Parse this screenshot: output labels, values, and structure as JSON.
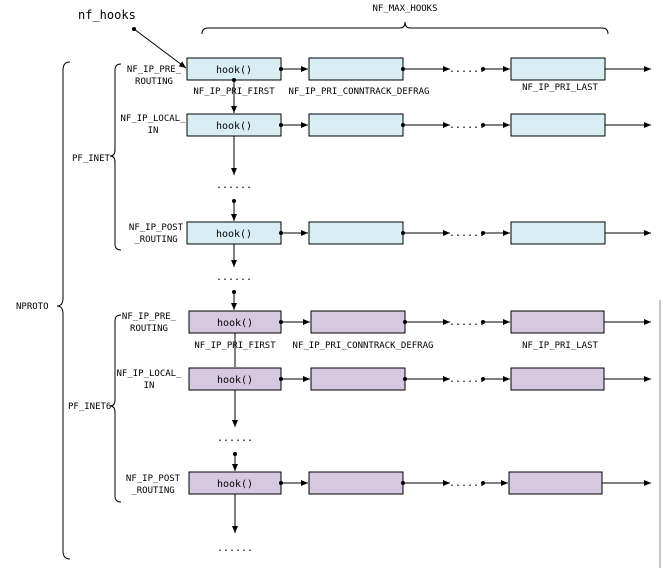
{
  "diagram": {
    "pointer_label": "nf_hooks",
    "top_brace_label": "NF_MAX_HOOKS",
    "left_brace_label": "NPROTO",
    "hook_label": "hook()",
    "ellipsis": "......",
    "families": [
      {
        "name": "PF_INET",
        "color": "#d8eef3",
        "priority_labels": [
          "NF_IP_PRI_FIRST",
          "NF_IP_PRI_CONNTRACK_DEFRAG",
          "NF_IP_PRI_LAST"
        ],
        "rows": [
          {
            "lines": [
              "NF_IP_PRE_",
              "ROUTING"
            ]
          },
          {
            "lines": [
              "NF_IP_LOCAL_",
              "IN"
            ]
          },
          {
            "lines": [
              "NF_IP_POST",
              "_ROUTING"
            ]
          }
        ]
      },
      {
        "name": "PF_INET6",
        "color": "#d6c8e0",
        "priority_labels": [
          "NF_IP_PRI_FIRST",
          "NF_IP_PRI_CONNTRACK_DEFRAG",
          "NF_IP_PRI_LAST"
        ],
        "rows": [
          {
            "lines": [
              "NF_IP_PRE_",
              "ROUTING"
            ]
          },
          {
            "lines": [
              "NF_IP_LOCAL_",
              "IN"
            ]
          },
          {
            "lines": [
              "NF_IP_POST",
              "_ROUTING"
            ]
          }
        ]
      }
    ]
  }
}
